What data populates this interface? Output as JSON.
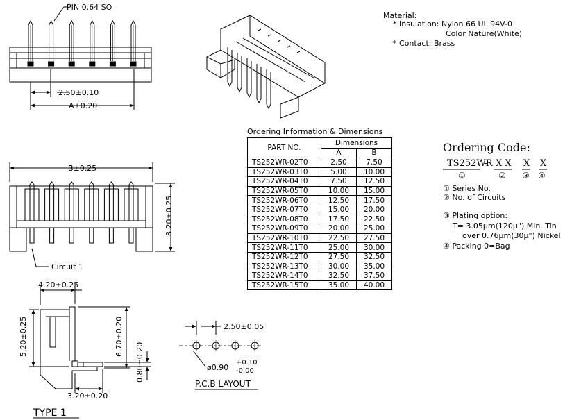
{
  "pin_label": "PIN 0.64 SQ",
  "material": {
    "heading": "Material:",
    "insulation": "* Insulation: Nylon 66 UL 94V-0",
    "color": "Color Nature(White)",
    "contact": "* Contact: Brass"
  },
  "dims": {
    "top_pitch": "2.50±0.10",
    "top_a": "A±0.20",
    "mid_b": "B±0.25",
    "mid_height": "8.20±0.25",
    "circuit": "Circuit 1",
    "side_width": "4.20±0.25",
    "side_520": "5.20±0.25",
    "side_670": "6.70±0.20",
    "side_080": "0.80±0.20",
    "side_320": "3.20±0.20",
    "type_label": "TYPE 1"
  },
  "pcb": {
    "pitch": "2.50±0.05",
    "hole_prefix": "ø0.90",
    "tol_plus": "+0.10",
    "tol_minus": "-0.00",
    "title": "P.C.B LAYOUT"
  },
  "ordering_table": {
    "title": "Ordering Information & Dimensions",
    "header_part": "PART NO.",
    "header_dims": "Dimensions",
    "header_a": "A",
    "header_b": "B",
    "rows": [
      {
        "part": "TS252WR-02T0",
        "a": "2.50",
        "b": "7.50"
      },
      {
        "part": "TS252WR-03T0",
        "a": "5.00",
        "b": "10.00"
      },
      {
        "part": "TS252WR-04T0",
        "a": "7.50",
        "b": "12.50"
      },
      {
        "part": "TS252WR-05T0",
        "a": "10.00",
        "b": "15.00"
      },
      {
        "part": "TS252WR-06T0",
        "a": "12.50",
        "b": "17.50"
      },
      {
        "part": "TS252WR-07T0",
        "a": "15.00",
        "b": "20.00"
      },
      {
        "part": "TS252WR-08T0",
        "a": "17.50",
        "b": "22.50"
      },
      {
        "part": "TS252WR-09T0",
        "a": "20.00",
        "b": "25.00"
      },
      {
        "part": "TS252WR-10T0",
        "a": "22.50",
        "b": "27.50"
      },
      {
        "part": "TS252WR-11T0",
        "a": "25.00",
        "b": "30.00"
      },
      {
        "part": "TS252WR-12T0",
        "a": "27.50",
        "b": "32.50"
      },
      {
        "part": "TS252WR-13T0",
        "a": "30.00",
        "b": "35.00"
      },
      {
        "part": "TS252WR-14T0",
        "a": "32.50",
        "b": "37.50"
      },
      {
        "part": "TS252WR-15T0",
        "a": "35.00",
        "b": "40.00"
      }
    ]
  },
  "ordering_code": {
    "title": "Ordering Code:",
    "code": "TS252WR",
    "dash": "-",
    "xx": "X X",
    "x3": "X",
    "x4": "X",
    "c1": "①",
    "c2": "②",
    "c3": "③",
    "c4": "④",
    "series": "① Series No.",
    "circuits": "② No. of Circuits",
    "plating": "③ Plating option:",
    "plating_t": "T= 3.05μm(120μ\") Min. Tin",
    "plating_over": "over 0.76μm(30μ\") Nickel",
    "packing": "④ Packing 0=Bag"
  }
}
